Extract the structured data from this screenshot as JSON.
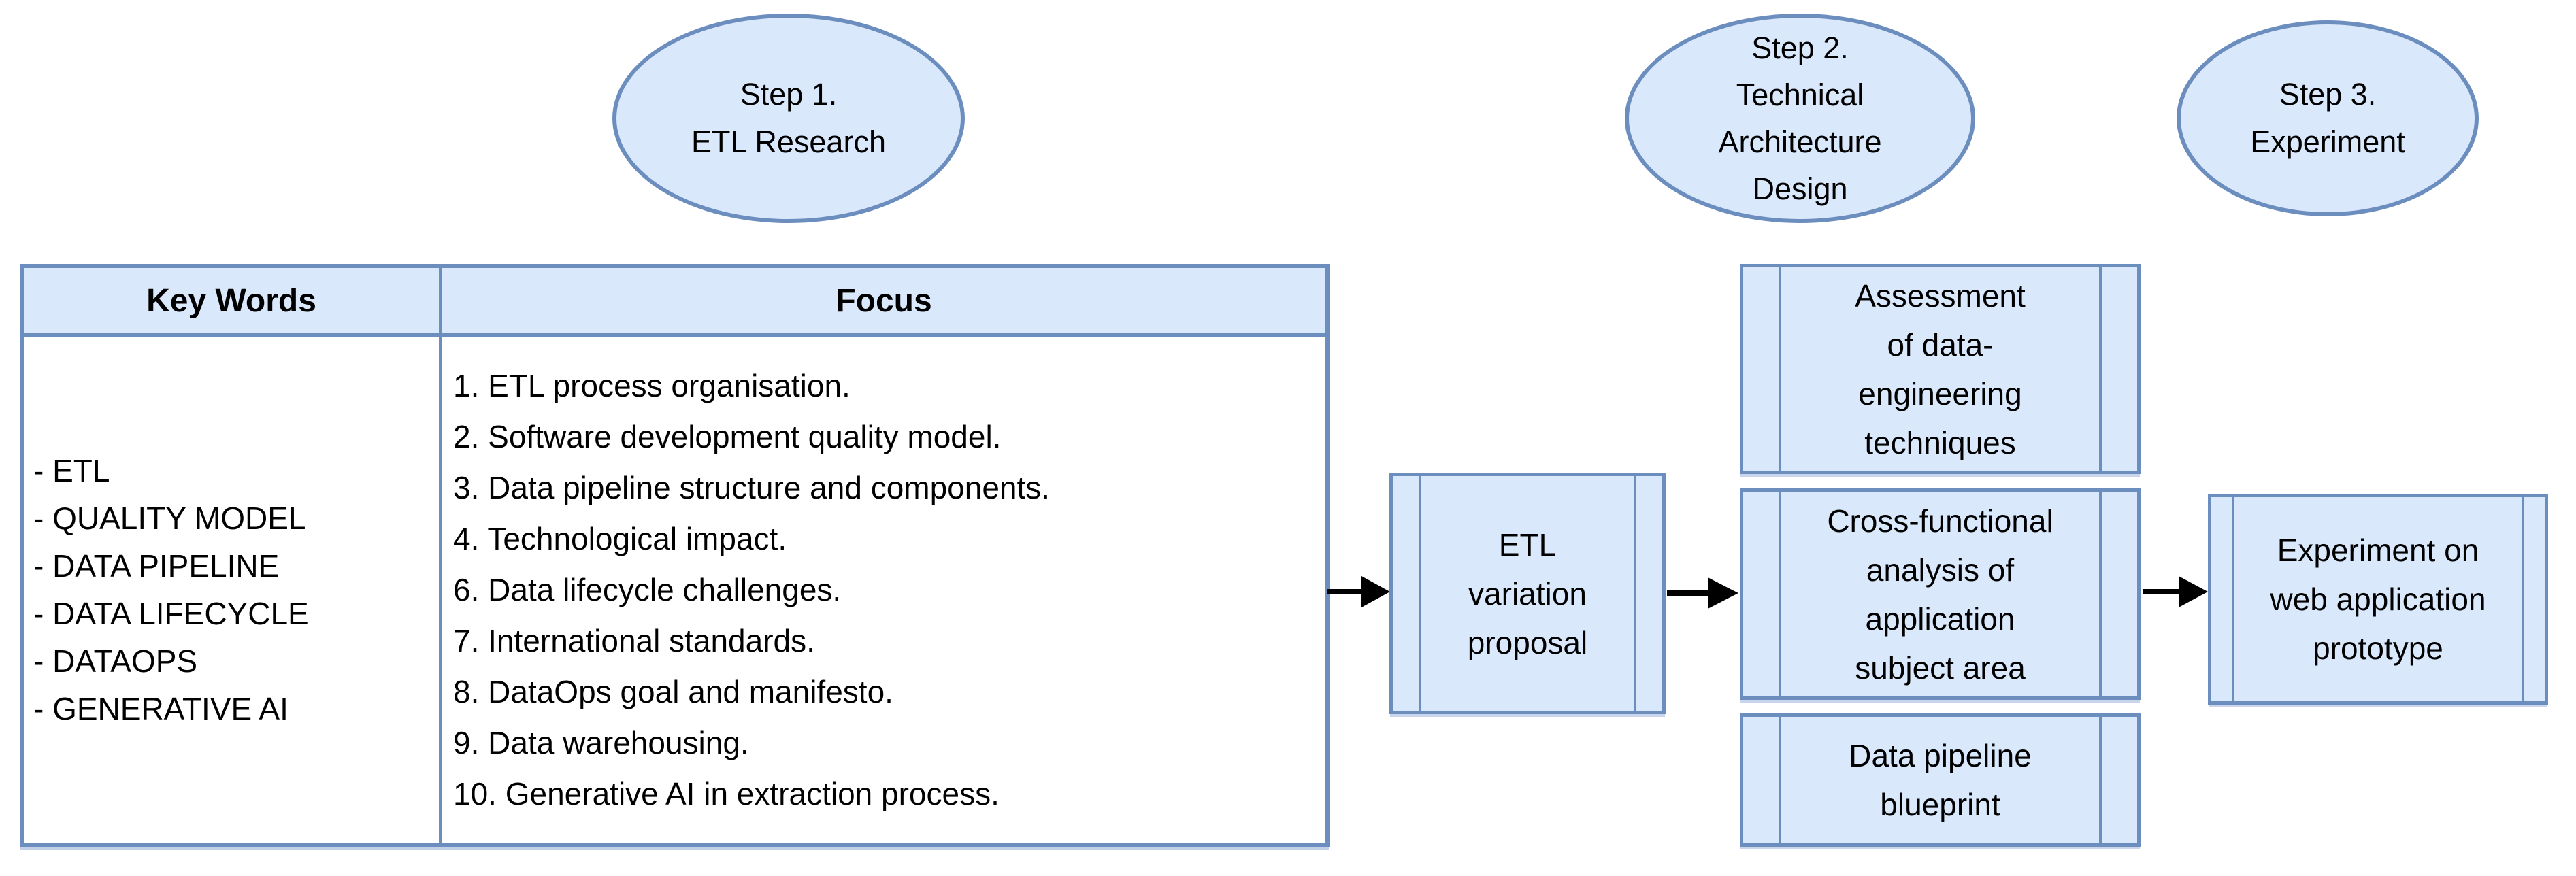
{
  "colors": {
    "fill": "#dae8fc",
    "stroke": "#6c8ebf",
    "arrow": "#000000",
    "text": "#000000"
  },
  "steps": {
    "step1": {
      "label": "Step 1.\nETL Research"
    },
    "step2": {
      "label": "Step 2.\nTechnical\nArchitecture\nDesign"
    },
    "step3": {
      "label": "Step 3.\nExperiment"
    }
  },
  "table": {
    "headers": {
      "keywords": "Key Words",
      "focus": "Focus"
    },
    "keywords": [
      "- ETL",
      "- QUALITY MODEL",
      "- DATA PIPELINE",
      "- DATA LIFECYCLE",
      "- DATAOPS",
      "- GENERATIVE AI"
    ],
    "focus": [
      "1. ETL process organisation.",
      "2. Software development quality model.",
      "3. Data pipeline structure and components.",
      "4. Technological impact.",
      "6. Data lifecycle challenges.",
      "7. International standards.",
      "8. DataOps goal and manifesto.",
      "9. Data warehousing.",
      "10. Generative AI in extraction process."
    ]
  },
  "boxes": {
    "etl_variation": "ETL\nvariation\nproposal",
    "assessment": "Assessment\nof data-\nengineering\ntechniques",
    "cross_functional": "Cross-functional\nanalysis of\napplication\nsubject area",
    "blueprint": "Data pipeline\nblueprint",
    "experiment": "Experiment on\nweb application\nprototype"
  }
}
